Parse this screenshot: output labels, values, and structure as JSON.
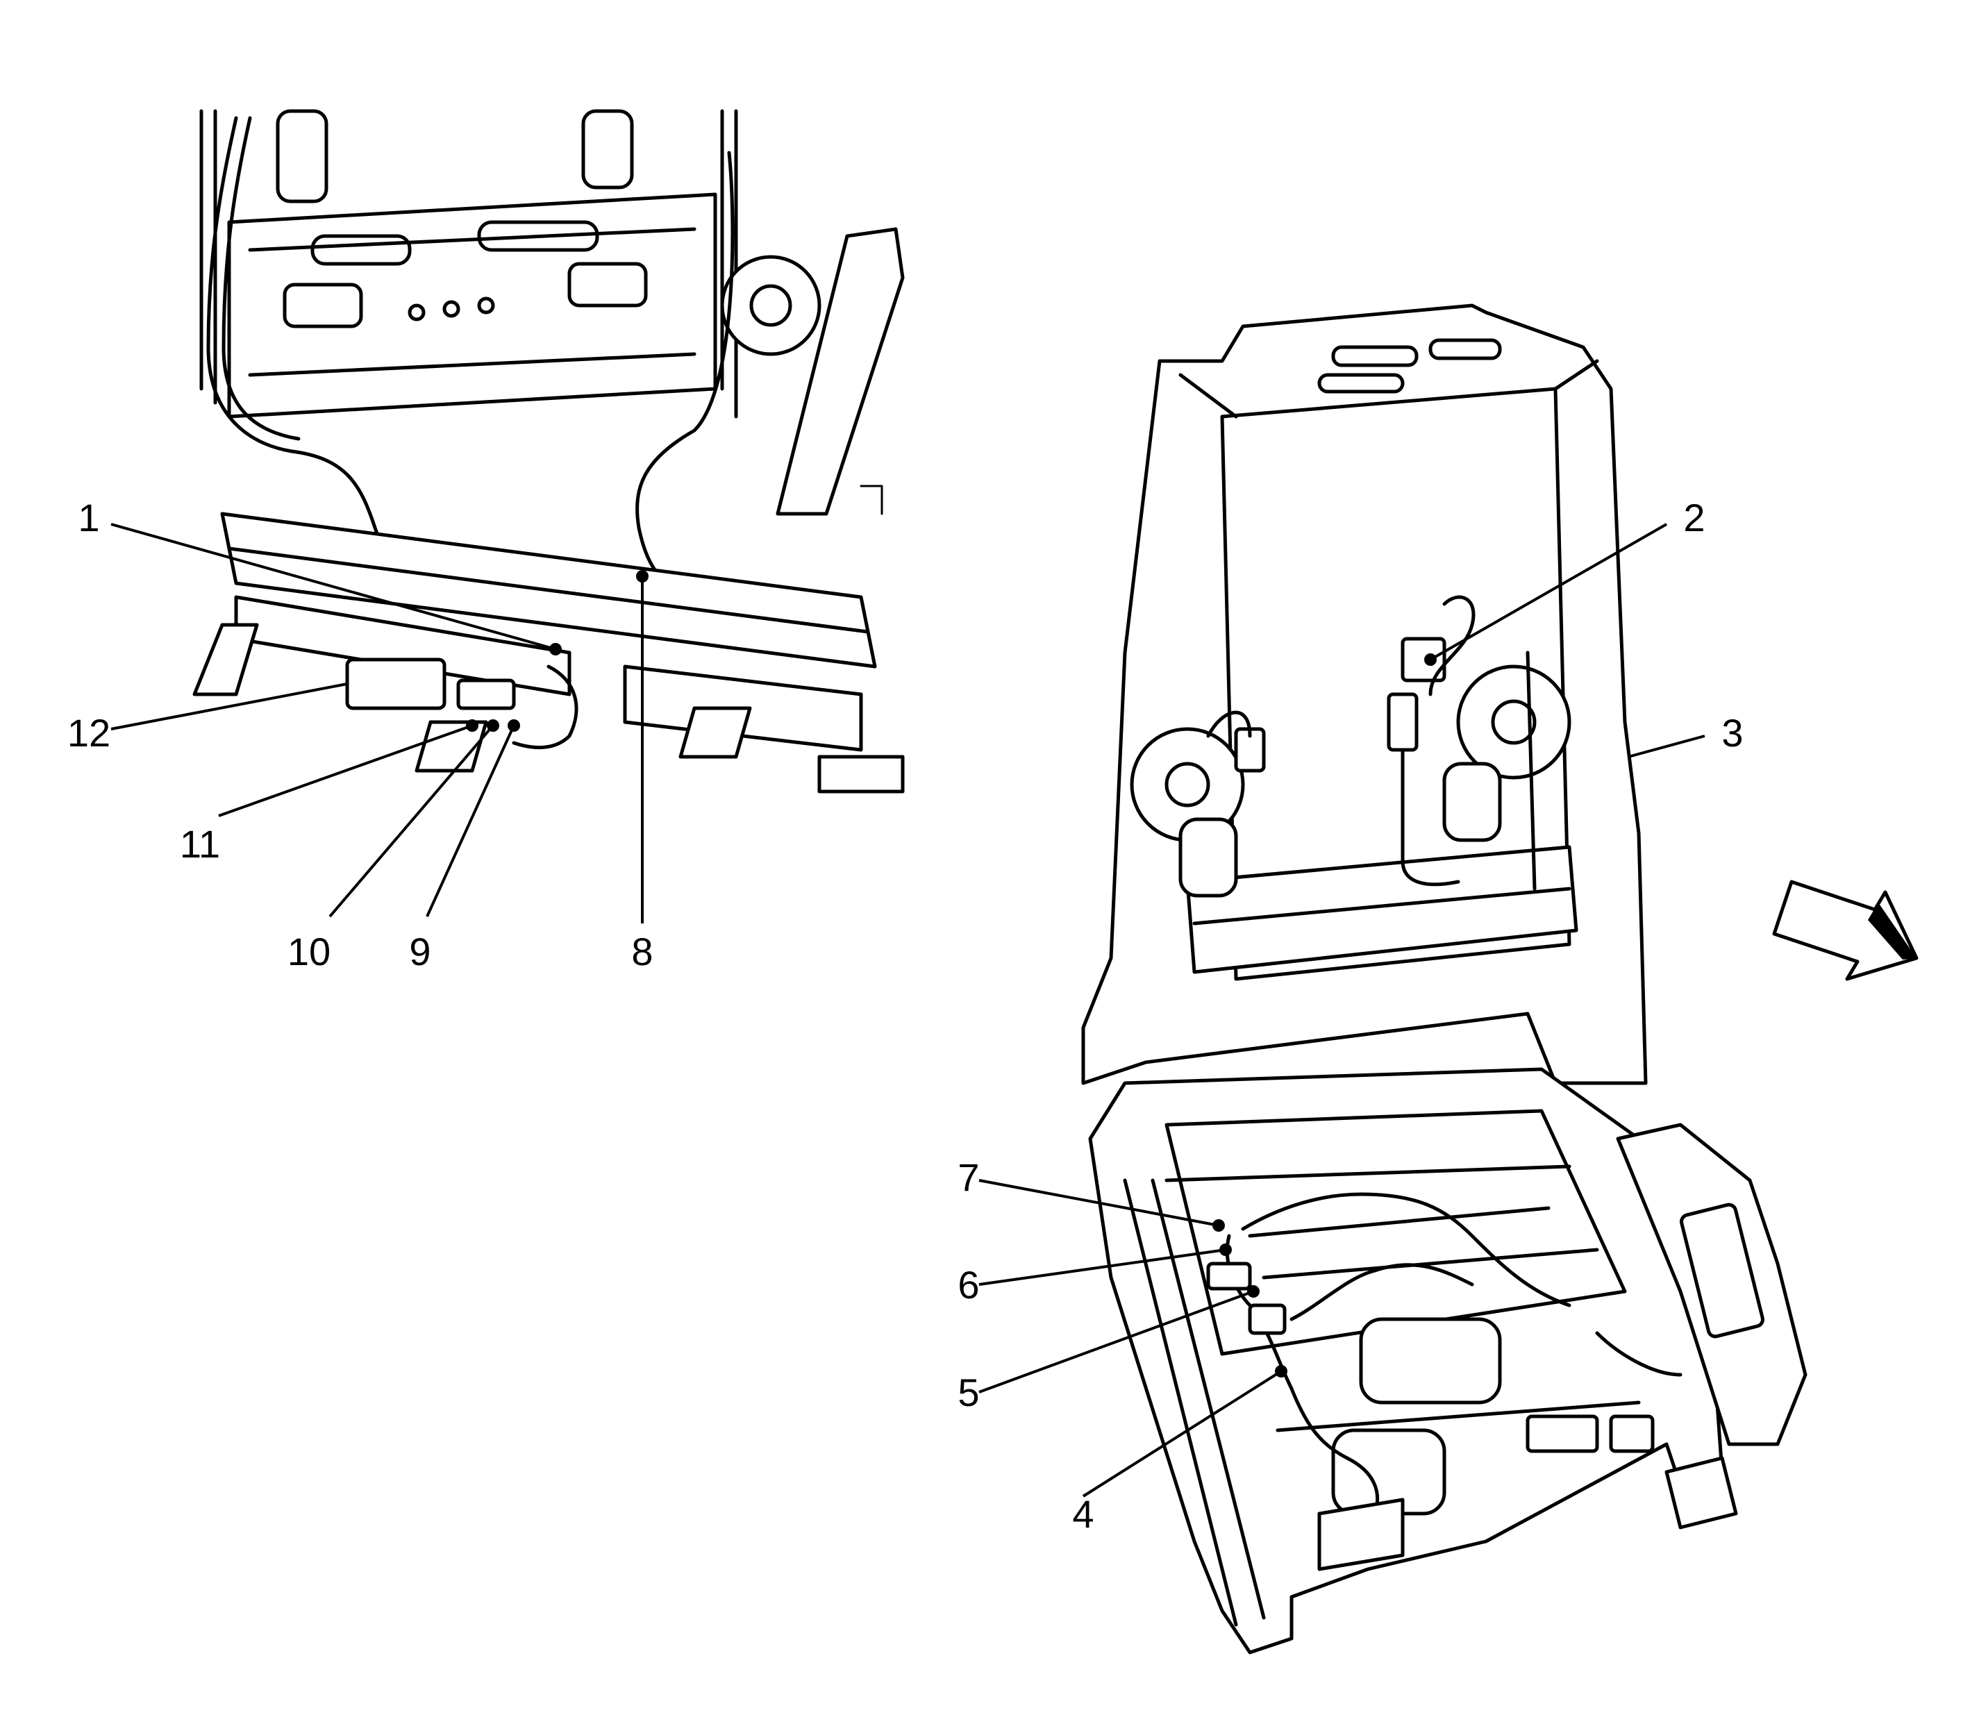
{
  "callouts": [
    {
      "id": "1",
      "label": "1"
    },
    {
      "id": "2",
      "label": "2"
    },
    {
      "id": "3",
      "label": "3"
    },
    {
      "id": "4",
      "label": "4"
    },
    {
      "id": "5",
      "label": "5"
    },
    {
      "id": "6",
      "label": "6"
    },
    {
      "id": "7",
      "label": "7"
    },
    {
      "id": "8",
      "label": "8"
    },
    {
      "id": "9",
      "label": "9"
    },
    {
      "id": "10",
      "label": "10"
    },
    {
      "id": "11",
      "label": "11"
    },
    {
      "id": "12",
      "label": "12"
    }
  ],
  "direction_arrow": {
    "icon": "front-direction-arrow-icon"
  },
  "colors": {
    "line": "#000000",
    "background": "#ffffff"
  }
}
